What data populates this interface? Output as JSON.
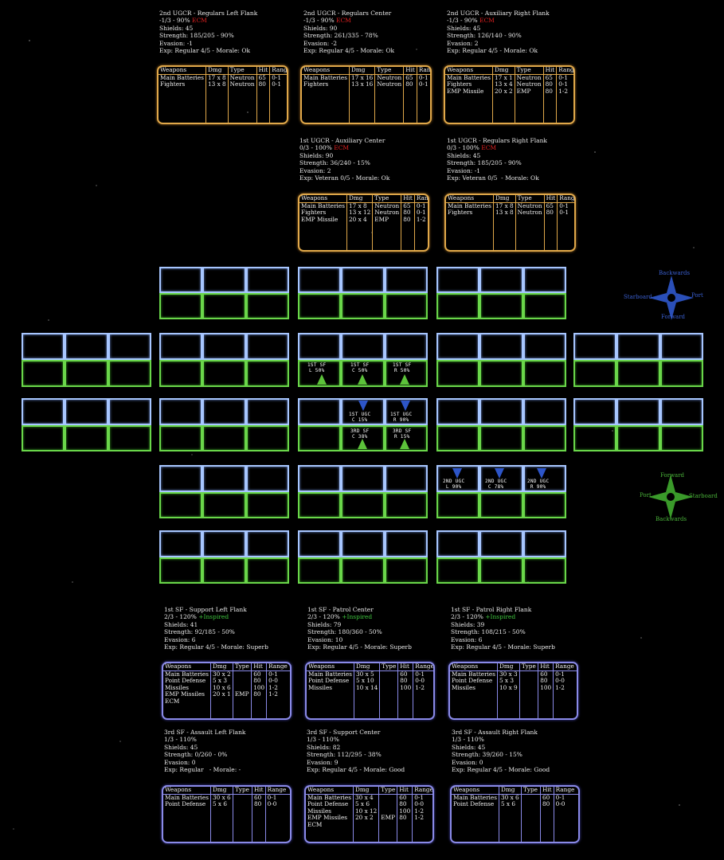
{
  "enemy_units": [
    {
      "lines": [
        "2nd UGCR - Regulars Left Flank",
        "-1/3 - 90%",
        "Shields: 45",
        "Strength: 185/205 - 90%",
        "Evasion: -1",
        "Exp: Regular 4/5 - Morale: Ok"
      ],
      "ecm": "ECM",
      "weapons": [
        [
          "Main Batteries",
          "17 x 8",
          "Neutron",
          "65",
          "0-1"
        ],
        [
          "Fighters",
          "13 x 8",
          "Neutron",
          "80",
          "0-1"
        ]
      ]
    },
    {
      "lines": [
        "2nd UGCR - Regulars Center",
        "-1/3 - 90%",
        "Shields: 90",
        "Strength: 261/335 - 78%",
        "Evasion: -2",
        "Exp: Regular 4/5 - Morale: Ok"
      ],
      "ecm": "ECM",
      "weapons": [
        [
          "Main Batteries",
          "17 x 16",
          "Neutron",
          "65",
          "0-1"
        ],
        [
          "Fighters",
          "13 x 16",
          "Neutron",
          "80",
          "0-1"
        ]
      ]
    },
    {
      "lines": [
        "2nd UGCR - Auxiliary Right Flank",
        "-1/3 - 90%",
        "Shields: 45",
        "Strength: 126/140 - 90%",
        "Evasion: 2",
        "Exp: Regular 4/5 - Morale: Ok"
      ],
      "ecm": "ECM",
      "weapons": [
        [
          "Main Batteries",
          "17 x 1",
          "Neutron",
          "65",
          "0-1"
        ],
        [
          "Fighters",
          "13 x 4",
          "Neutron",
          "80",
          "0-1"
        ],
        [
          "EMP Missile",
          "20 x 2",
          "EMP",
          "80",
          "1-2"
        ]
      ]
    },
    {
      "lines": [
        "1st UGCR - Auxiliary Center",
        "0/3 - 100%",
        "Shields: 90",
        "Strength: 36/240 - 15%",
        "Evasion: 2",
        "Exp: Veteran 0/5 - Morale: Ok"
      ],
      "ecm": "ECM",
      "weapons": [
        [
          "Main Batteries",
          "17 x 8",
          "Neutron",
          "65",
          "0-1"
        ],
        [
          "Fighters",
          "13 x 12",
          "Neutron",
          "80",
          "0-1"
        ],
        [
          "EMP Missile",
          "20 x 4",
          "EMP",
          "80",
          "1-2"
        ]
      ]
    },
    {
      "lines": [
        "1st UGCR - Regulars Right Flank",
        "0/3 - 100%",
        "Shields: 45",
        "Strength: 185/205 - 90%",
        "Evasion: -1",
        "Exp: Veteran 0/5  - Morale: Ok"
      ],
      "ecm": "ECM",
      "weapons": [
        [
          "Main Batteries",
          "17 x 8",
          "Neutron",
          "65",
          "0-1"
        ],
        [
          "Fighters",
          "13 x 8",
          "Neutron",
          "80",
          "0-1"
        ]
      ]
    }
  ],
  "enemy_headers": [
    "Weapons",
    "Dmg",
    "Type",
    "Hit",
    "Range"
  ],
  "friendly_units": [
    {
      "lines": [
        "1st SF - Support Left Flank",
        "2/3 - 120%",
        "Shields: 41",
        "Strength: 92/185 - 50%",
        "Evasion: 6",
        "Exp: Regular 4/5 - Morale: Superb"
      ],
      "inspired": "+Inspired",
      "weapons": [
        [
          "Main Batteries",
          "30 x 2",
          "",
          "60",
          "0-1"
        ],
        [
          "Point Defense",
          "5 x 3",
          "",
          "80",
          "0-0"
        ],
        [
          "Missiles",
          "10 x 6",
          "",
          "100",
          "1-2"
        ],
        [
          "EMP Missiles",
          "20 x 1",
          "EMP",
          "80",
          "1-2"
        ],
        [
          "ECM",
          "",
          "",
          "",
          ""
        ]
      ]
    },
    {
      "lines": [
        "1st SF - Patrol Center",
        "2/3 - 120%",
        "Shields: 79",
        "Strength: 180/360 - 50%",
        "Evasion: 10",
        "Exp: Regular 4/5 - Morale: Superb"
      ],
      "inspired": "+Inspired",
      "weapons": [
        [
          "Main Batteries",
          "30 x 5",
          "",
          "60",
          "0-1"
        ],
        [
          "Point Defense",
          "5 x 10",
          "",
          "80",
          "0-0"
        ],
        [
          "Missiles",
          "10 x 14",
          "",
          "100",
          "1-2"
        ]
      ]
    },
    {
      "lines": [
        "1st SF - Patrol Right Flank",
        "2/3 - 120%",
        "Shields: 39",
        "Strength: 108/215 - 50%",
        "Evasion: 6",
        "Exp: Regular 4/5 - Morale: Superb"
      ],
      "inspired": "+Inspired",
      "weapons": [
        [
          "Main Batteries",
          "30 x 3",
          "",
          "60",
          "0-1"
        ],
        [
          "Point Defense",
          "5 x 3",
          "",
          "80",
          "0-0"
        ],
        [
          "Missiles",
          "10 x 9",
          "",
          "100",
          "1-2"
        ]
      ]
    },
    {
      "lines": [
        "3rd SF - Assault Left Flank",
        "1/3 - 110%",
        "Shields: 45",
        "Strength: 0/260 - 0%",
        "Evasion: 0",
        "Exp: Regular   - Morale: -"
      ],
      "inspired": "",
      "weapons": [
        [
          "Main Batteries",
          "30 x 6",
          "",
          "60",
          "0-1"
        ],
        [
          "Point Defense",
          "5 x 6",
          "",
          "80",
          "0-0"
        ]
      ]
    },
    {
      "lines": [
        "3rd SF - Support Center",
        "1/3 - 110%",
        "Shields: 82",
        "Strength: 112/295 - 38%",
        "Evasion: 9",
        "Exp: Regular 4/5 - Morale: Good"
      ],
      "inspired": "",
      "weapons": [
        [
          "Main Batteries",
          "30 x 4",
          "",
          "60",
          "0-1"
        ],
        [
          "Point Defense",
          "5 x 6",
          "",
          "80",
          "0-0"
        ],
        [
          "Missiles",
          "10 x 12",
          "",
          "100",
          "1-2"
        ],
        [
          "EMP Missiles",
          "20 x 2",
          "EMP",
          "80",
          "1-2"
        ],
        [
          "ECM",
          "",
          "",
          "",
          ""
        ]
      ]
    },
    {
      "lines": [
        "3rd SF - Assault Right Flank",
        "1/3 - 110%",
        "Shields: 45",
        "Strength: 39/260 - 15%",
        "Evasion: 0",
        "Exp: Regular 4/5 - Morale: Good"
      ],
      "inspired": "",
      "weapons": [
        [
          "Main Batteries",
          "30 x 6",
          "",
          "60",
          "0-1"
        ],
        [
          "Point Defense",
          "5 x 6",
          "",
          "80",
          "0-0"
        ]
      ]
    }
  ],
  "friendly_headers": [
    "Weapons",
    "Dmg",
    "Type",
    "Hit",
    "Range"
  ],
  "tokens": {
    "sf1_l": "1ST SF\nL 50%",
    "sf1_c": "1ST SF\nC 50%",
    "sf1_r": "1ST SF\nR 50%",
    "ugc1_c": "1ST UGC\nC 15%",
    "ugc1_r": "1ST UGC\nR 90%",
    "sf3_c": "3RD SF\nC 38%",
    "sf3_r": "3RD SF\nR 15%",
    "ugc2_l": "2ND UGC\nL 90%",
    "ugc2_c": "2ND UGC\nC 78%",
    "ugc2_r": "2ND UGC\nR 90%"
  },
  "compass_enemy": {
    "top": "Backwards",
    "bottom": "Forward",
    "left": "Starboard",
    "right": "Port",
    "color": "#2a4fb8"
  },
  "compass_friendly": {
    "top": "Forward",
    "bottom": "Backwards",
    "left": "Port",
    "right": "Starboard",
    "color": "#3a9a2a"
  }
}
